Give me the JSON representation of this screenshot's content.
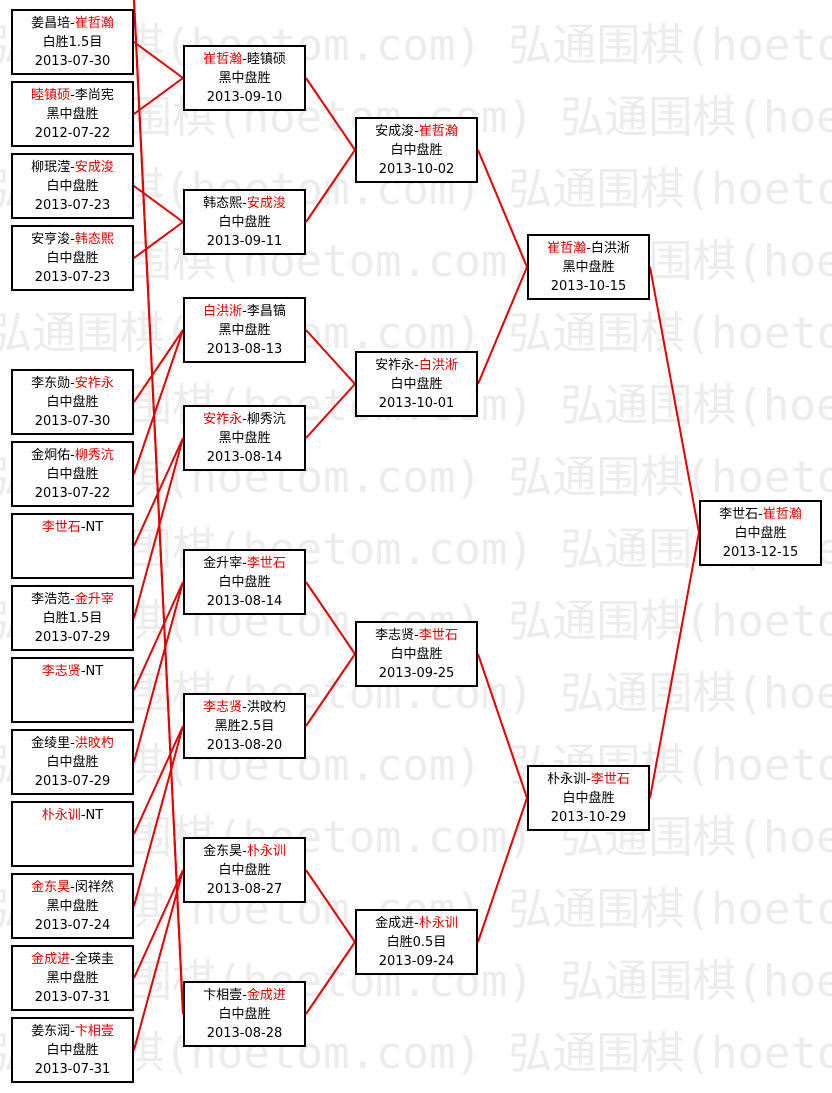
{
  "watermark": "弘通围棋(hoetom.com)",
  "colors": {
    "winner": "#e00000",
    "line": "#e00000",
    "border": "#000000",
    "text": "#000000"
  },
  "rounds": [
    {
      "name": "round-1",
      "matches": [
        {
          "p1": "姜昌培",
          "p2": "崔哲瀚",
          "winner": 2,
          "result": "白胜1.5目",
          "date": "2013-07-30"
        },
        {
          "p1": "睦镇硕",
          "p2": "李尚宪",
          "winner": 1,
          "result": "黑中盘胜",
          "date": "2012-07-22"
        },
        {
          "p1": "柳珉滢",
          "p2": "安成浚",
          "winner": 2,
          "result": "白中盘胜",
          "date": "2013-07-23"
        },
        {
          "p1": "安亨浚",
          "p2": "韩态熙",
          "winner": 2,
          "result": "白中盘胜",
          "date": "2013-07-23"
        },
        {
          "p1": "李东勋",
          "p2": "安祚永",
          "winner": 2,
          "result": "白中盘胜",
          "date": "2013-07-30"
        },
        {
          "p1": "金炯佑",
          "p2": "柳秀沆",
          "winner": 2,
          "result": "白中盘胜",
          "date": "2013-07-22"
        },
        {
          "p1": "李世石",
          "p2": "NT",
          "winner": 1,
          "result": "",
          "date": ""
        },
        {
          "p1": "李浩范",
          "p2": "金升宰",
          "winner": 2,
          "result": "白胜1.5目",
          "date": "2013-07-29"
        },
        {
          "p1": "李志贤",
          "p2": "NT",
          "winner": 1,
          "result": "",
          "date": ""
        },
        {
          "p1": "金绫里",
          "p2": "洪旼杓",
          "winner": 2,
          "result": "白中盘胜",
          "date": "2013-07-29"
        },
        {
          "p1": "朴永训",
          "p2": "NT",
          "winner": 1,
          "result": "",
          "date": ""
        },
        {
          "p1": "金东昊",
          "p2": "闵祥然",
          "winner": 1,
          "result": "黑中盘胜",
          "date": "2013-07-24"
        },
        {
          "p1": "金成进",
          "p2": "全瑛圭",
          "winner": 1,
          "result": "黑中盘胜",
          "date": "2013-07-31"
        },
        {
          "p1": "姜东润",
          "p2": "卞相壹",
          "winner": 2,
          "result": "白中盘胜",
          "date": "2013-07-31"
        }
      ]
    },
    {
      "name": "round-2",
      "matches": [
        {
          "p1": "崔哲瀚",
          "p2": "睦镇硕",
          "winner": 1,
          "result": "黑中盘胜",
          "date": "2013-09-10"
        },
        {
          "p1": "韩态熙",
          "p2": "安成浚",
          "winner": 2,
          "result": "白中盘胜",
          "date": "2013-09-11"
        },
        {
          "p1": "白洪淅",
          "p2": "李昌镐",
          "winner": 1,
          "result": "黑中盘胜",
          "date": "2013-08-13"
        },
        {
          "p1": "安祚永",
          "p2": "柳秀沆",
          "winner": 1,
          "result": "黑中盘胜",
          "date": "2013-08-14"
        },
        {
          "p1": "金升宰",
          "p2": "李世石",
          "winner": 2,
          "result": "白中盘胜",
          "date": "2013-08-14"
        },
        {
          "p1": "李志贤",
          "p2": "洪旼杓",
          "winner": 1,
          "result": "黑胜2.5目",
          "date": "2013-08-20"
        },
        {
          "p1": "金东昊",
          "p2": "朴永训",
          "winner": 2,
          "result": "白中盘胜",
          "date": "2013-08-27"
        },
        {
          "p1": "卞相壹",
          "p2": "金成进",
          "winner": 2,
          "result": "白中盘胜",
          "date": "2013-08-28"
        }
      ]
    },
    {
      "name": "round-3",
      "matches": [
        {
          "p1": "安成浚",
          "p2": "崔哲瀚",
          "winner": 2,
          "result": "白中盘胜",
          "date": "2013-10-02"
        },
        {
          "p1": "安祚永",
          "p2": "白洪淅",
          "winner": 2,
          "result": "白中盘胜",
          "date": "2013-10-01"
        },
        {
          "p1": "李志贤",
          "p2": "李世石",
          "winner": 2,
          "result": "白中盘胜",
          "date": "2013-09-25"
        },
        {
          "p1": "金成进",
          "p2": "朴永训",
          "winner": 2,
          "result": "白胜0.5目",
          "date": "2013-09-24"
        }
      ]
    },
    {
      "name": "round-4",
      "matches": [
        {
          "p1": "崔哲瀚",
          "p2": "白洪淅",
          "winner": 1,
          "result": "黑中盘胜",
          "date": "2013-10-15"
        },
        {
          "p1": "朴永训",
          "p2": "李世石",
          "winner": 2,
          "result": "白中盘胜",
          "date": "2013-10-29"
        }
      ]
    },
    {
      "name": "final",
      "matches": [
        {
          "p1": "李世石",
          "p2": "崔哲瀚",
          "winner": 2,
          "result": "白中盘胜",
          "date": "2013-12-15"
        }
      ]
    }
  ]
}
